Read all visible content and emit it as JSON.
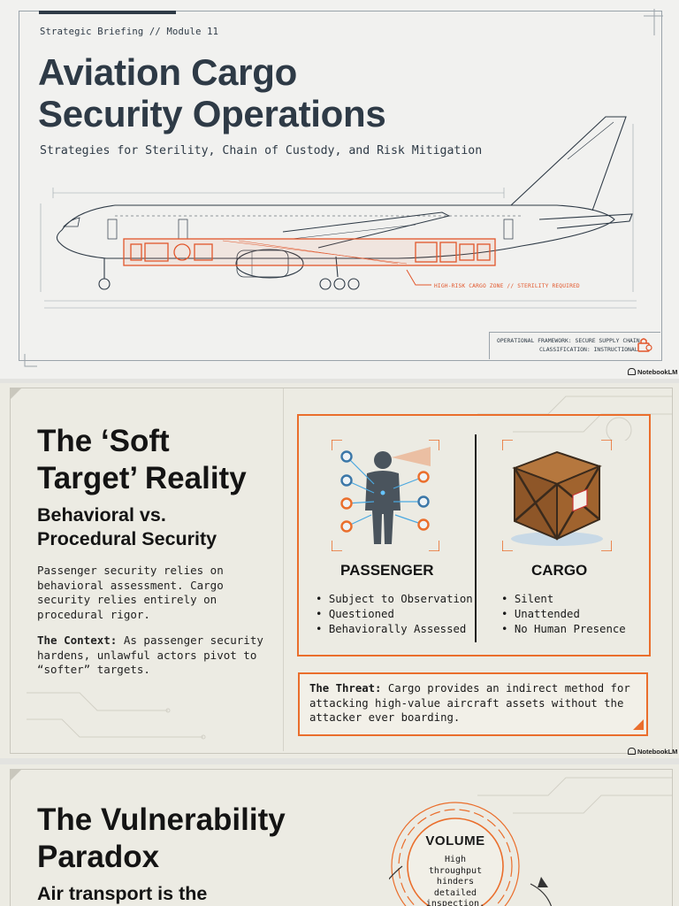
{
  "slide1": {
    "kicker": "Strategic Briefing // Module 11",
    "title_line1": "Aviation Cargo",
    "title_line2": "Security Operations",
    "subtitle": "Strategies for Sterility, Chain of Custody, and Risk Mitigation",
    "callout": "HIGH-RISK CARGO ZONE // STERILITY REQUIRED",
    "framework_line1": "OPERATIONAL FRAMEWORK: SECURE SUPPLY CHAIN",
    "framework_line2": "CLASSIFICATION: INSTRUCTIONAL",
    "brand": "NotebookLM",
    "colors": {
      "ink": "#2e3a46",
      "accent": "#e2562b",
      "background": "#f1f1ef"
    }
  },
  "slide2": {
    "title_line1": "The ‘Soft",
    "title_line2": "Target’ Reality",
    "subtitle_line1": "Behavioral vs.",
    "subtitle_line2": "Procedural Security",
    "paragraph1": "Passenger security relies on behavioral assessment. Cargo security relies entirely on procedural rigor.",
    "context_label": "The Context:",
    "context_text": " As passenger security hardens, unlawful actors pivot to “softer” targets.",
    "passenger": {
      "label": "PASSENGER",
      "icon": "person-scan-icon",
      "bullets": [
        "Subject to Observation",
        "Questioned",
        "Behaviorally Assessed"
      ]
    },
    "cargo": {
      "label": "CARGO",
      "icon": "crate-icon",
      "bullets": [
        "Silent",
        "Unattended",
        "No Human Presence"
      ]
    },
    "threat_label": "The Threat:",
    "threat_text": " Cargo provides an indirect method for attacking high-value aircraft assets without the attacker ever boarding.",
    "brand": "NotebookLM",
    "colors": {
      "accent": "#ea6e2c",
      "ink": "#141414",
      "background": "#ecebe3"
    }
  },
  "slide3": {
    "title_line1": "The Vulnerability",
    "title_line2": "Paradox",
    "subtitle": "Air transport is the",
    "gear_label": "VOLUME",
    "gear_desc_line1": "High throughput",
    "gear_desc_line2": "hinders detailed",
    "gear_desc_line3": "inspection.",
    "icon": "gear-icon"
  }
}
